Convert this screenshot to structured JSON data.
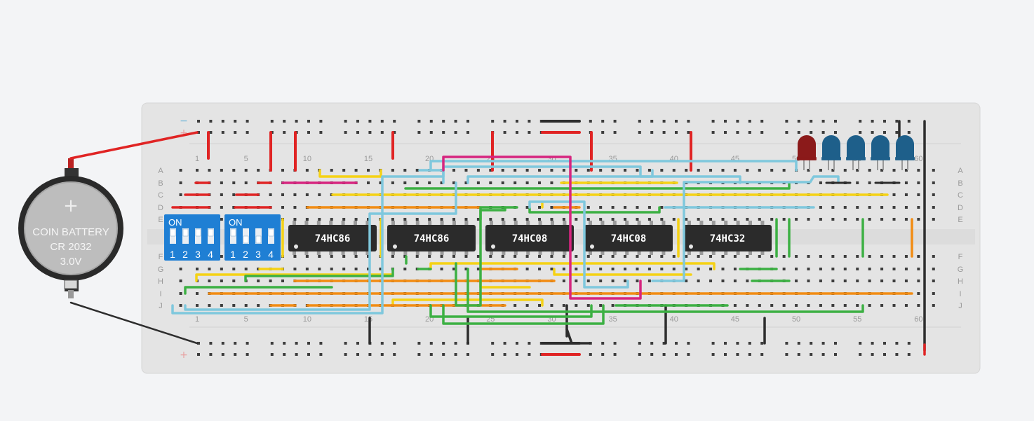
{
  "battery": {
    "line1": "COIN BATTERY",
    "line2": "CR 2032",
    "line3": "3.0V",
    "plus_symbol": "+"
  },
  "breadboard": {
    "rail_symbols": {
      "minus": "−",
      "plus": "+"
    },
    "row_letters_top": [
      "A",
      "B",
      "C",
      "D",
      "E"
    ],
    "row_letters_bottom": [
      "F",
      "G",
      "H",
      "I",
      "J"
    ],
    "column_labels": [
      "1",
      "5",
      "10",
      "15",
      "20",
      "25",
      "30",
      "35",
      "40",
      "45",
      "50",
      "55",
      "60"
    ]
  },
  "dip_switches": [
    {
      "on_label": "ON",
      "numbers": [
        "1",
        "2",
        "3",
        "4"
      ],
      "states": [
        false,
        false,
        false,
        false
      ]
    },
    {
      "on_label": "ON",
      "numbers": [
        "1",
        "2",
        "3",
        "4"
      ],
      "states": [
        false,
        true,
        true,
        false
      ]
    }
  ],
  "chips": [
    {
      "label": "74HC86"
    },
    {
      "label": "74HC86"
    },
    {
      "label": "74HC08"
    },
    {
      "label": "74HC08"
    },
    {
      "label": "74HC32"
    }
  ],
  "leds": [
    {
      "color": "red"
    },
    {
      "color": "blue"
    },
    {
      "color": "blue"
    },
    {
      "color": "blue"
    },
    {
      "color": "blue"
    }
  ],
  "colors": {
    "board": "#e4e4e4",
    "hole": "#3d3d3d",
    "rail_red": "#e53a3a",
    "rail_blue": "#6fb5d8",
    "chip": "#2b2b2b",
    "dip": "#1f7fd4",
    "battery": "#2a2a2a",
    "wire_red": "#e02424",
    "wire_black": "#2d2d2d",
    "wire_yellow": "#f5d215",
    "wire_orange": "#f28c13",
    "wire_green": "#3cb043",
    "wire_blue": "#7fc8dd",
    "wire_magenta": "#d6257f",
    "led_red": "#8b1a1a",
    "led_blue": "#1e5f8a"
  }
}
